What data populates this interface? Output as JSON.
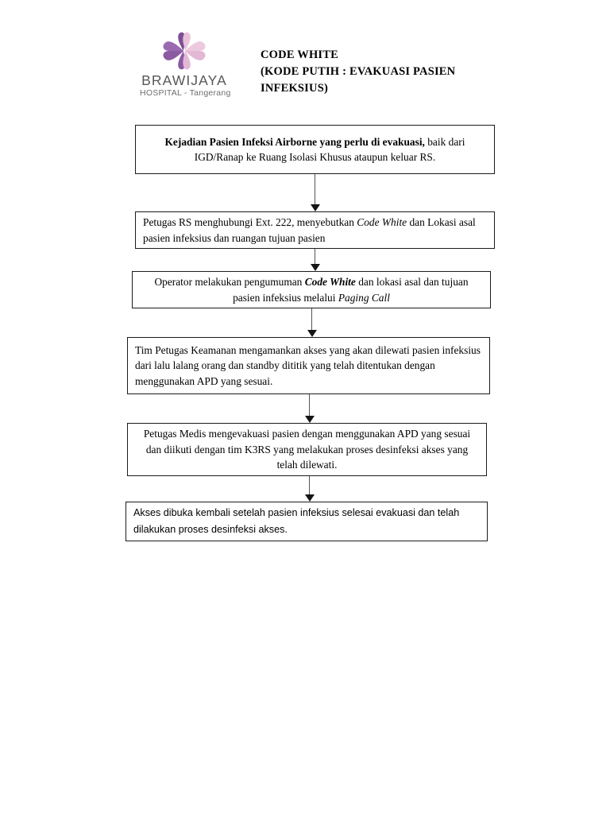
{
  "document": {
    "page_background": "#ffffff",
    "text_color": "#000000"
  },
  "header": {
    "logo": {
      "icon": "butterfly-logo",
      "wordmark": "BRAWIJAYA",
      "subtext": "HOSPITAL - Tangerang",
      "colors": {
        "wing_left": "#9a6ab0",
        "wing_left_dark": "#8a5aa3",
        "wing_right": "#e3b8d4",
        "wing_right_light": "#edc9de",
        "wordmark_color": "#58585a",
        "subtext_color": "#6d6e70"
      }
    },
    "title_lines": [
      "CODE WHITE",
      "(KODE PUTIH : EVAKUASI PASIEN",
      "INFEKSIUS)"
    ]
  },
  "flowchart": {
    "type": "vertical-process-flow",
    "connector": {
      "style": "solid-line-with-filled-arrowhead",
      "color": "#555555",
      "head_color": "#151515"
    },
    "nodes": [
      {
        "id": "node-1",
        "align": "center",
        "font": "serif",
        "runs": [
          {
            "text": "Kejadian Pasien Infeksi Airborne yang perlu di evakuasi,",
            "style": "bold"
          },
          {
            "text": " baik dari IGD/Ranap ke Ruang Isolasi Khusus ataupun keluar RS.",
            "style": "normal"
          }
        ],
        "plain": "Kejadian Pasien Infeksi Airborne yang perlu di evakuasi, baik dari IGD/Ranap ke Ruang Isolasi Khusus ataupun keluar RS."
      },
      {
        "id": "node-2",
        "align": "left",
        "font": "serif",
        "runs": [
          {
            "text": "Petugas RS menghubungi Ext. 222, menyebutkan ",
            "style": "normal"
          },
          {
            "text": "Code White",
            "style": "italic"
          },
          {
            "text": " dan Lokasi asal pasien infeksius dan ruangan tujuan pasien",
            "style": "normal"
          }
        ],
        "plain": "Petugas RS menghubungi Ext. 222, menyebutkan Code White dan Lokasi asal pasien infeksius dan ruangan tujuan pasien"
      },
      {
        "id": "node-3",
        "align": "center",
        "font": "serif",
        "runs": [
          {
            "text": "Operator melakukan pengumuman ",
            "style": "normal"
          },
          {
            "text": "Code White",
            "style": "bold-italic"
          },
          {
            "text": "  dan lokasi asal dan tujuan pasien infeksius melalui ",
            "style": "normal"
          },
          {
            "text": "Paging Call",
            "style": "italic"
          }
        ],
        "plain": "Operator melakukan pengumuman Code White dan lokasi asal dan tujuan pasien infeksius melalui Paging Call"
      },
      {
        "id": "node-4",
        "align": "left",
        "font": "serif",
        "runs": [
          {
            "text": "Tim Petugas Keamanan mengamankan akses yang akan dilewati pasien infeksius dari lalu lalang orang dan standby dititik yang telah ditentukan dengan menggunakan APD yang sesuai.",
            "style": "normal"
          }
        ],
        "plain": "Tim Petugas Keamanan mengamankan akses yang akan dilewati pasien infeksius dari lalu lalang orang dan standby dititik yang telah ditentukan dengan menggunakan APD yang sesuai."
      },
      {
        "id": "node-5",
        "align": "center",
        "font": "serif",
        "runs": [
          {
            "text": "Petugas Medis mengevakuasi pasien dengan menggunakan APD yang sesuai dan diikuti dengan tim K3RS yang melakukan proses desinfeksi akses yang telah dilewati.",
            "style": "normal"
          }
        ],
        "plain": "Petugas Medis mengevakuasi pasien dengan menggunakan APD yang sesuai dan diikuti dengan tim K3RS yang melakukan proses desinfeksi akses yang telah dilewati."
      },
      {
        "id": "node-6",
        "align": "left",
        "font": "sans",
        "runs": [
          {
            "text": "Akses dibuka kembali setelah pasien infeksius selesai evakuasi dan telah dilakukan proses desinfeksi akses.",
            "style": "normal"
          }
        ],
        "plain": "Akses dibuka kembali setelah pasien infeksius selesai evakuasi dan telah dilakukan proses desinfeksi akses."
      }
    ]
  }
}
